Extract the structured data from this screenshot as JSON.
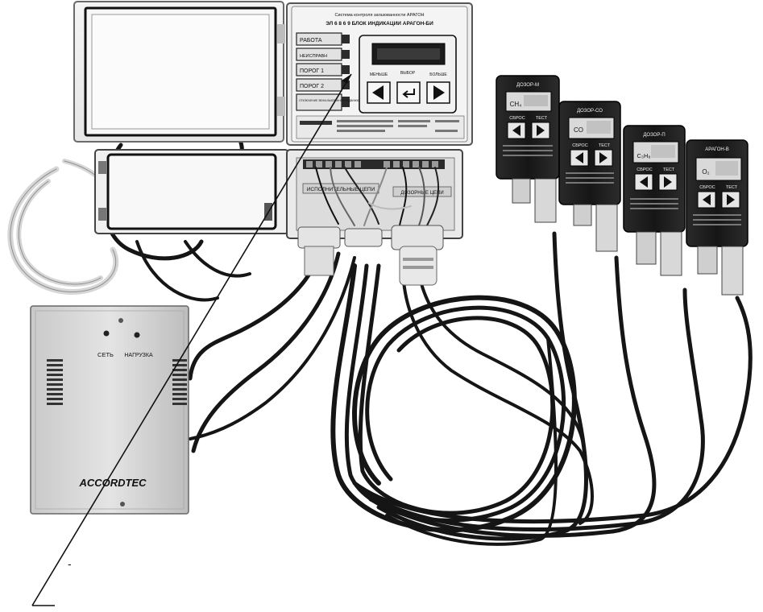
{
  "panel": {
    "title_line": "Система контроля загазованности АРАГОН",
    "model_line": "ЭЛ 6 8 6 9 БЛОК ИНДИКАЦИИ АРАГОН-БИ",
    "buttons": [
      "РАБОТА",
      "НЕИСПРАВН",
      "ПОРОГ 1",
      "ПОРОГ 2",
      "ОТКЛЮЧЕНИЕ ЗВУКА ВЫБРАННОЙ ЗАДВИЖКИ"
    ],
    "display_labels": {
      "less": "МЕНЬШЕ",
      "select": "ВЫБОР",
      "more": "БОЛЬШЕ"
    },
    "terminal_labels": [
      "ИСПОЛНИТЕЛЬНЫЕ ЦЕПИ",
      "ДОЗОРНЫЕ ЦЕПИ"
    ]
  },
  "psu": {
    "brand": "ACCORDTEC",
    "indicator_labels": [
      "СЕТЬ",
      "НАГРУЗКА"
    ]
  },
  "sensors": [
    {
      "model": "ДОЗОР-М",
      "gas": "CH₄",
      "buttons": [
        "СБРОС",
        "ТЕСТ"
      ]
    },
    {
      "model": "ДОЗОР-СО",
      "gas": "CO",
      "buttons": [
        "СБРОС",
        "ТЕСТ"
      ]
    },
    {
      "model": "ДОЗОР-П",
      "gas": "C₃H₈",
      "buttons": [
        "СБРОС",
        "ТЕСТ"
      ]
    },
    {
      "model": "АРАГОН-В",
      "gas": "O₂",
      "buttons": [
        "СБРОС",
        "ТЕСТ"
      ]
    }
  ],
  "callout": {
    "mark": "-"
  }
}
